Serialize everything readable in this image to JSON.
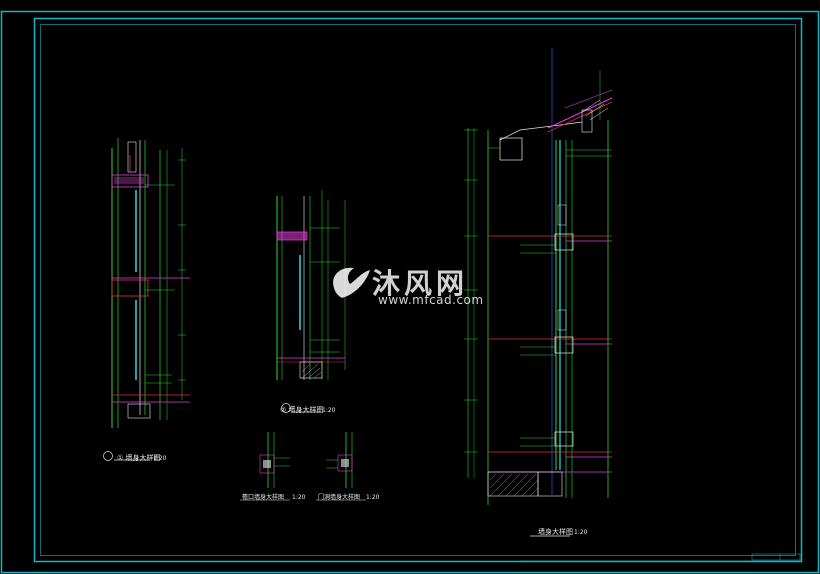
{
  "colors": {
    "background": "#000000",
    "frame": "#13b7c4",
    "wall": "#2bd92b",
    "magenta": "#e23ae0",
    "red": "#e0323a",
    "white": "#e8e8e8",
    "dim_blue": "#2f6bff",
    "cyan": "#36d6e6"
  },
  "watermark": {
    "text_cn": "沐风网",
    "text_en": "www.mfcad.com",
    "icon": "bird-logo-icon"
  },
  "detail_labels": {
    "detail_1": "① 墙身大样图",
    "detail_2": "② 墙身大样图",
    "detail_3": "檐口墙身大样图",
    "detail_4": "门洞墙身大样图",
    "detail_main": "墙身大样图"
  },
  "scale_suffix": "1:20"
}
